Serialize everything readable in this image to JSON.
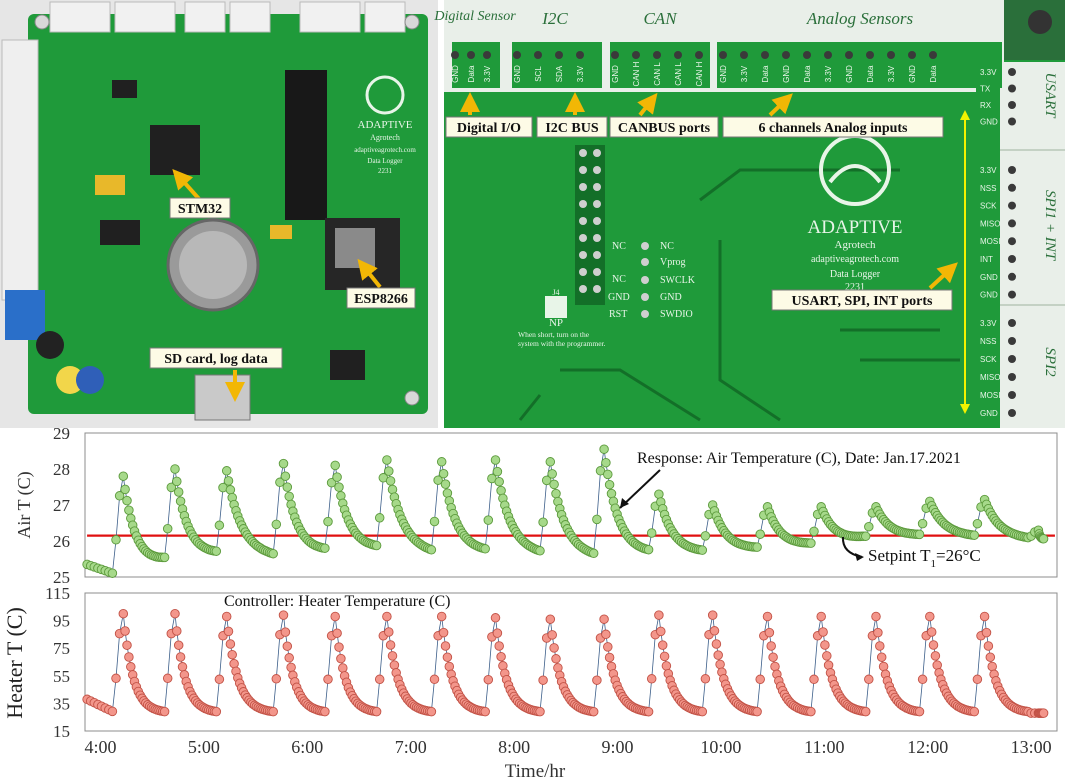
{
  "left_board": {
    "callouts": [
      "STM32",
      "ESP8266",
      "SD card, log data"
    ],
    "logo_name": "ADAPTIVE",
    "logo_sub": "Agrotech",
    "logo_url": "adaptiveagrotech.com",
    "logo_line1": "Data Logger",
    "logo_line2": "2231"
  },
  "right_board": {
    "header_sections": [
      "Digital Sensor",
      "I2C",
      "CAN",
      "Analog Sensors"
    ],
    "pin_labels": {
      "digital": [
        "GND",
        "Data",
        "3.3V"
      ],
      "i2c": [
        "GND",
        "SCL",
        "SDA",
        "3.3V"
      ],
      "can": [
        "GND",
        "CAN H",
        "CAN L",
        "CAN L",
        "CAN H"
      ],
      "analog": [
        "GND",
        "3.3V",
        "Data",
        "GND",
        "Data",
        "3.3V",
        "GND",
        "Data",
        "3.3V",
        "GND",
        "Data"
      ]
    },
    "side_sections": [
      "USART",
      "SPI1 + INT",
      "SPI2"
    ],
    "side_pins": {
      "usart": [
        "3.3V",
        "TX",
        "RX",
        "GND"
      ],
      "spi1": [
        "3.3V",
        "NSS",
        "SCK",
        "MISO",
        "MOSI",
        "INT",
        "GND",
        "GND"
      ],
      "spi2": [
        "3.3V",
        "NSS",
        "SCK",
        "MISO",
        "MOSI",
        "GND"
      ]
    },
    "callouts": [
      "Digital I/O",
      "I2C BUS",
      "CANBUS ports",
      "6 channels Analog inputs",
      "USART, SPI, INT ports"
    ],
    "prog_pins_left": [
      "NC",
      "NC",
      "GND",
      "RST"
    ],
    "prog_pins_right": [
      "NC",
      "Vprog",
      "SWCLK",
      "GND",
      "SWDIO"
    ],
    "jumper": "NP",
    "jumper_label": "J4",
    "note": [
      "When short, turn on the",
      "system with the programmer."
    ],
    "logo_name": "ADAPTIVE",
    "logo_sub": "Agrotech",
    "logo_url": "adaptiveagrotech.com",
    "logo_line1": "Data Logger",
    "logo_line2": "2231"
  },
  "colors": {
    "pcb": "#1f9a3a",
    "pcb_dark": "#147a2c",
    "callout_arrow": "#f2b705",
    "air_marker_fill": "#a6d98a",
    "air_marker_stroke": "#5c9a3c",
    "heater_marker_fill": "#f3968b",
    "heater_marker_stroke": "#c25246",
    "setpoint_line": "#e01010",
    "series_line": "#3d5f8a"
  },
  "chart_data": [
    {
      "type": "scatter",
      "title": "",
      "annotation": "Response: Air Temperature (C), Date: Jan.17.2021",
      "setpoint_label": "Setpint T",
      "setpoint_sub": "1",
      "setpoint_rest": "=26°C",
      "xlabel": "",
      "ylabel": "Air T (C)",
      "xlim": [
        3.85,
        13.25
      ],
      "ylim": [
        25,
        29
      ],
      "yticks": [
        25,
        26,
        27,
        28,
        29
      ],
      "setpoint": 26.15,
      "series": [
        {
          "baseline": [
            25.08,
            25.45,
            25.62,
            25.55,
            25.7,
            25.78,
            25.65,
            25.68,
            25.62,
            25.55,
            25.64,
            25.68,
            25.78,
            25.9,
            26.1,
            26.15,
            26.12,
            26.05
          ],
          "cycles": [
            {
              "t": 4.22,
              "peak": 27.8
            },
            {
              "t": 4.72,
              "peak": 28.0
            },
            {
              "t": 5.22,
              "peak": 27.95
            },
            {
              "t": 5.77,
              "peak": 28.15
            },
            {
              "t": 6.27,
              "peak": 28.1
            },
            {
              "t": 6.77,
              "peak": 28.25
            },
            {
              "t": 7.3,
              "peak": 28.2
            },
            {
              "t": 7.82,
              "peak": 28.25
            },
            {
              "t": 8.35,
              "peak": 28.2
            },
            {
              "t": 8.87,
              "peak": 28.55
            },
            {
              "t": 9.4,
              "peak": 27.3
            },
            {
              "t": 9.92,
              "peak": 27.0
            },
            {
              "t": 10.45,
              "peak": 26.95
            },
            {
              "t": 10.97,
              "peak": 26.95
            },
            {
              "t": 11.5,
              "peak": 26.95
            },
            {
              "t": 12.02,
              "peak": 27.1
            },
            {
              "t": 12.55,
              "peak": 27.15
            },
            {
              "t": 13.07,
              "peak": 26.3
            }
          ]
        }
      ]
    },
    {
      "type": "scatter",
      "title": "",
      "annotation": "Controller: Heater Temperature (C)",
      "xlabel": "Time/hr",
      "ylabel": "Heater T (C)",
      "xlim": [
        3.85,
        13.25
      ],
      "ylim": [
        15,
        115
      ],
      "yticks": [
        15,
        35,
        55,
        75,
        95,
        115
      ],
      "xticks": [
        4,
        5,
        6,
        7,
        8,
        9,
        10,
        11,
        12,
        13
      ],
      "xtick_labels": [
        "4:00",
        "5:00",
        "6:00",
        "7:00",
        "8:00",
        "9:00",
        "10:00",
        "11:00",
        "12:00",
        "13:00"
      ],
      "series": [
        {
          "baseline": 28,
          "cycles": [
            {
              "t": 4.22,
              "peak": 100
            },
            {
              "t": 4.72,
              "peak": 100
            },
            {
              "t": 5.22,
              "peak": 98
            },
            {
              "t": 5.77,
              "peak": 99
            },
            {
              "t": 6.27,
              "peak": 98
            },
            {
              "t": 6.77,
              "peak": 98
            },
            {
              "t": 7.3,
              "peak": 98
            },
            {
              "t": 7.82,
              "peak": 97
            },
            {
              "t": 8.35,
              "peak": 96
            },
            {
              "t": 8.87,
              "peak": 96
            },
            {
              "t": 9.4,
              "peak": 99
            },
            {
              "t": 9.92,
              "peak": 99
            },
            {
              "t": 10.45,
              "peak": 98
            },
            {
              "t": 10.97,
              "peak": 98
            },
            {
              "t": 11.5,
              "peak": 98
            },
            {
              "t": 12.02,
              "peak": 98
            },
            {
              "t": 12.55,
              "peak": 98
            },
            {
              "t": 13.07,
              "peak": 28
            }
          ]
        }
      ]
    }
  ]
}
